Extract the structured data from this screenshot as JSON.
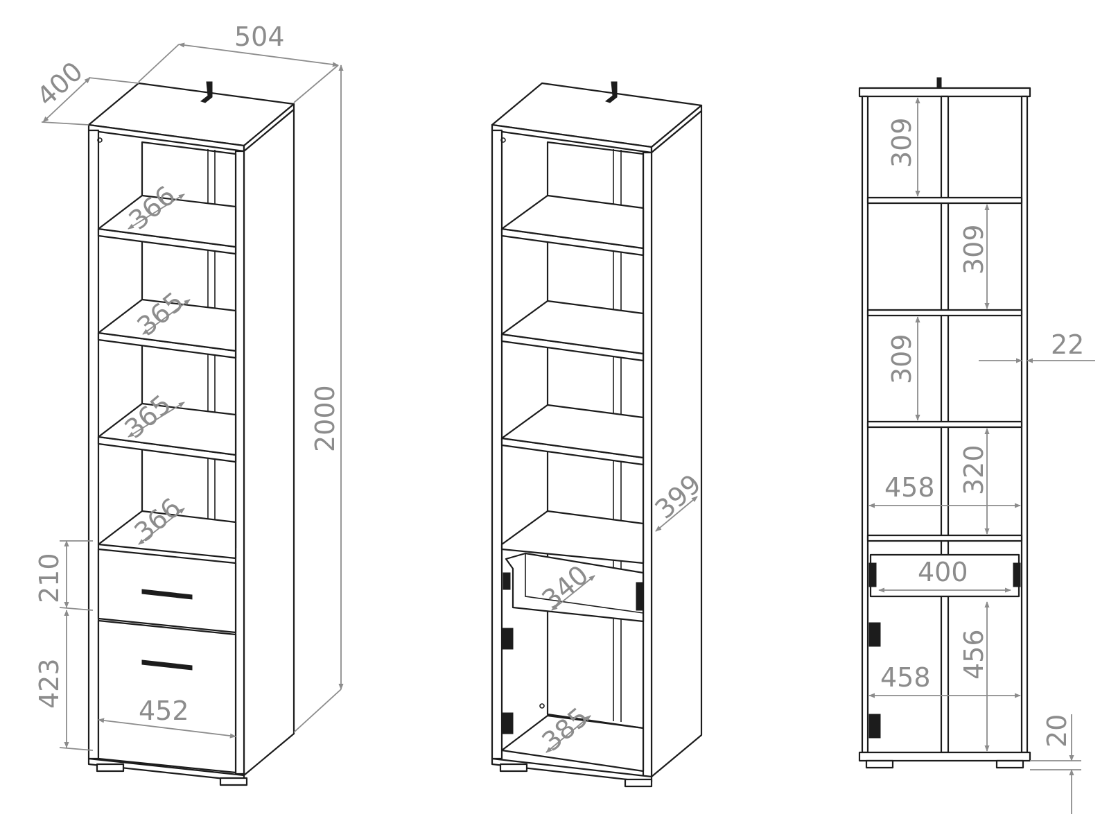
{
  "colors": {
    "line": "#1c1c1c",
    "dimension": "#8c8c8c",
    "background": "#ffffff"
  },
  "dimensions": {
    "left_view": {
      "width": "504",
      "depth": "400",
      "height": "2000",
      "shelf_1": "366",
      "shelf_2": "365",
      "shelf_3": "365",
      "shelf_4": "366",
      "drawer_height": "210",
      "door_height": "423",
      "inner_width": "452"
    },
    "middle_view": {
      "side_depth": "399",
      "drawer_depth": "340",
      "bottom_depth": "385"
    },
    "right_view": {
      "compartment_1": "309",
      "compartment_2": "309",
      "compartment_3": "309",
      "compartment_4": "320",
      "compartment_5": "456",
      "board_thickness": "22",
      "inner_width_upper": "458",
      "drawer_width": "400",
      "inner_width_lower": "458",
      "plinth_height": "20"
    }
  }
}
